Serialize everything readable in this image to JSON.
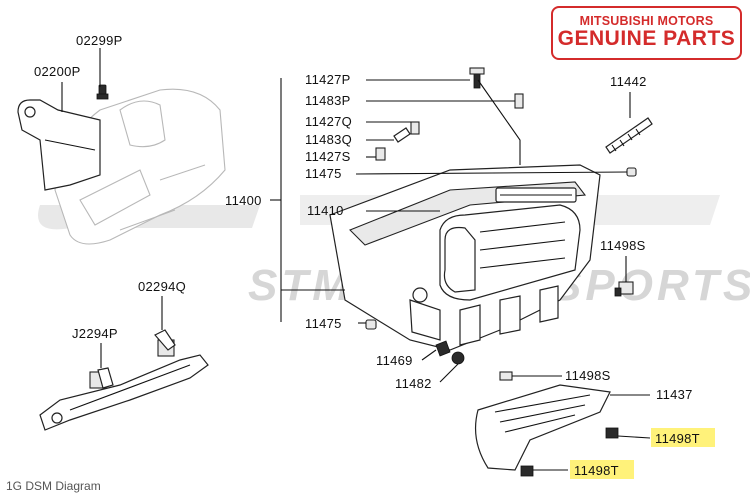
{
  "badge": {
    "line1": "MITSUBISHI MOTORS",
    "line2": "GENUINE PARTS",
    "color": "#d42b2b"
  },
  "watermark": {
    "text": "STM MOTORSPORTS INC.",
    "color": "#c9c9c9"
  },
  "caption": "1G DSM Diagram",
  "highlight_color": "#fff27a",
  "labels": {
    "p02299P": "02299P",
    "p02200P": "02200P",
    "p11427P": "11427P",
    "p11483P": "11483P",
    "p11427Q": "11427Q",
    "p11483Q": "11483Q",
    "p11427S": "11427S",
    "p11475a": "11475",
    "p11400": "11400",
    "p11410": "11410",
    "p11442": "11442",
    "p11498S_a": "11498S",
    "p02294Q": "02294Q",
    "pJ2294P": "J2294P",
    "p11475b": "11475",
    "p11469": "11469",
    "p11482": "11482",
    "p11498S_b": "11498S",
    "p11437": "11437",
    "p11498T_a": "11498T",
    "p11498T_b": "11498T"
  }
}
